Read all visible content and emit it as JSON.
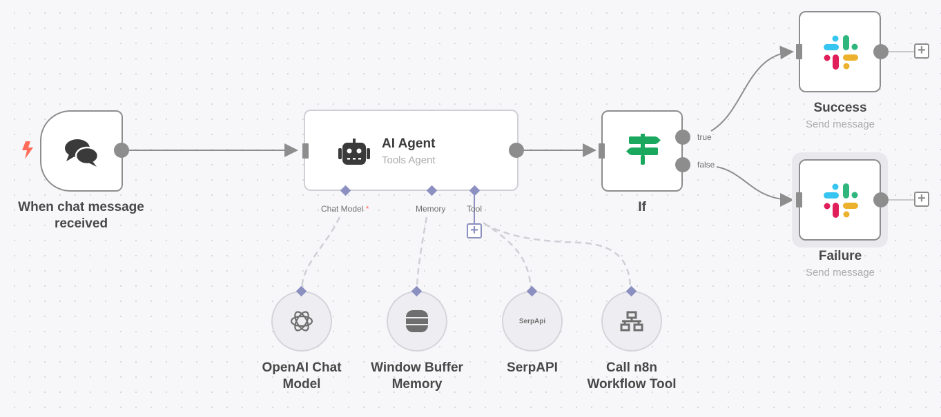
{
  "nodes": {
    "trigger": {
      "title": "When chat message received",
      "line1": "When chat message",
      "line2": "received",
      "icon": "chat-bubbles-icon"
    },
    "agent": {
      "title": "AI Agent",
      "subtitle": "Tools Agent",
      "icon": "robot-icon",
      "inputs": {
        "chat_model": "Chat Model",
        "required_mark": "*",
        "memory": "Memory",
        "tool": "Tool"
      }
    },
    "if": {
      "title": "If",
      "icon": "signpost-icon",
      "outputs": {
        "true": "true",
        "false": "false"
      }
    },
    "success": {
      "title": "Success",
      "subtitle": "Send message",
      "icon": "slack-icon"
    },
    "failure": {
      "title": "Failure",
      "subtitle": "Send message",
      "icon": "slack-icon"
    },
    "openai": {
      "line1": "OpenAI Chat",
      "line2": "Model",
      "icon": "openai-icon"
    },
    "memory": {
      "line1": "Window Buffer",
      "line2": "Memory",
      "icon": "database-icon"
    },
    "serpapi": {
      "line1": "SerpAPI",
      "icon_text": "SerpApi",
      "icon": "serpapi-logo"
    },
    "workflow": {
      "line1": "Call n8n",
      "line2": "Workflow Tool",
      "icon": "sitemap-icon"
    }
  },
  "add_button": "+",
  "colors": {
    "node_border": "#8d8d8d",
    "ai_port": "#8c90c0",
    "trigger_bolt": "#ff6d5a",
    "if_icon": "#1aa85f"
  }
}
